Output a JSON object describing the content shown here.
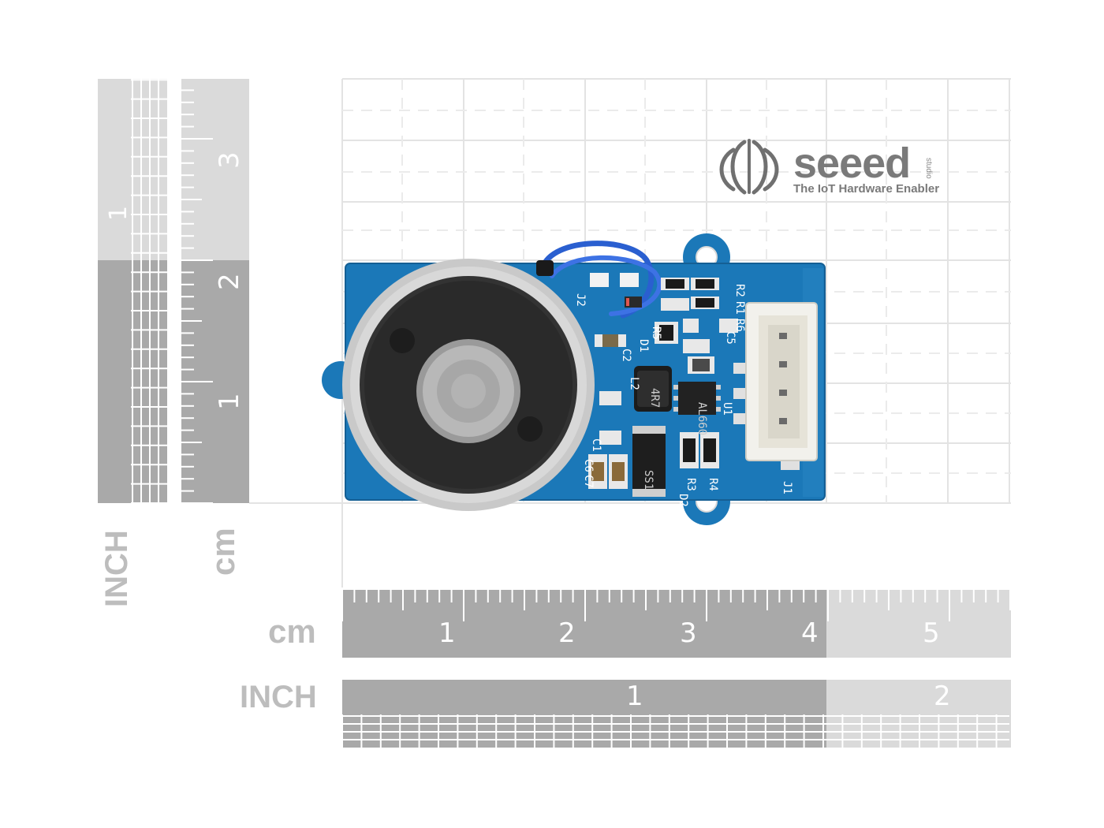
{
  "rulers": {
    "left_inch": {
      "unit": "INCH",
      "labels": [
        "1"
      ]
    },
    "left_cm": {
      "unit": "cm",
      "labels": [
        "3",
        "2",
        "1"
      ]
    },
    "bottom_cm": {
      "unit": "cm",
      "labels": [
        "1",
        "2",
        "3",
        "4",
        "5"
      ]
    },
    "bottom_inch": {
      "unit": "INCH",
      "labels": [
        "1",
        "2"
      ]
    }
  },
  "brand": {
    "name": "seeed",
    "tag": "studio",
    "tagline": "The IoT Hardware Enabler"
  },
  "board": {
    "silkscreen": [
      "J2",
      "D1",
      "R5",
      "C2",
      "L2",
      "C1",
      "C6",
      "C7",
      "SS14",
      "R3",
      "R4",
      "D2",
      "R2",
      "R1",
      "R6",
      "C5",
      "U1",
      "J1",
      "4R7",
      "AL660"
    ]
  },
  "colors": {
    "pcb": "#1b78b8",
    "ruler_dark": "#a9a9a9",
    "ruler_light": "#d9d9d9",
    "grid": "#e6e6e6",
    "wire": "#2a5fd0",
    "magnet_ring": "#c9c9c9",
    "magnet_core": "#3a3a3a"
  }
}
